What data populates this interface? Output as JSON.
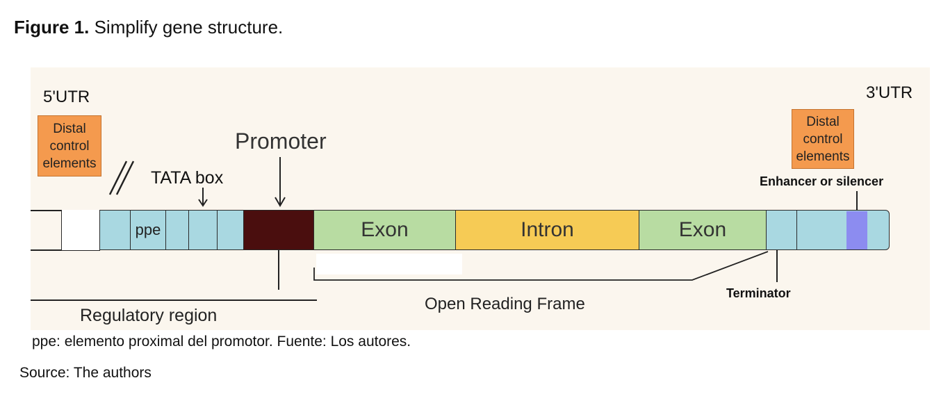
{
  "caption": {
    "prefix": "Figure 1.",
    "text": "Simplify gene structure."
  },
  "diagram": {
    "utr5": "5'UTR",
    "utr3": "3'UTR",
    "distal_left": [
      "Distal",
      "control",
      "elements"
    ],
    "distal_right": [
      "Distal",
      "control",
      "elements"
    ],
    "tata": "TATA box",
    "ppe": "ppe",
    "promoter": "Promoter",
    "exon1": "Exon",
    "intron": "Intron",
    "exon2": "Exon",
    "enhancer": "Enhancer or silencer",
    "terminator": "Terminator",
    "orf": "Open Reading Frame",
    "regulatory": "Regulatory region",
    "colors": {
      "regulatory_blocks": "#a9d8e1",
      "promoter": "#4a0e0e",
      "exon": "#b8dca2",
      "intron": "#f6cb55",
      "distal": "#f49a4e",
      "enhancer": "#8c8cf0"
    }
  },
  "note": "ppe: elemento proximal del promotor. Fuente: Los autores.",
  "source": "Source: The authors"
}
